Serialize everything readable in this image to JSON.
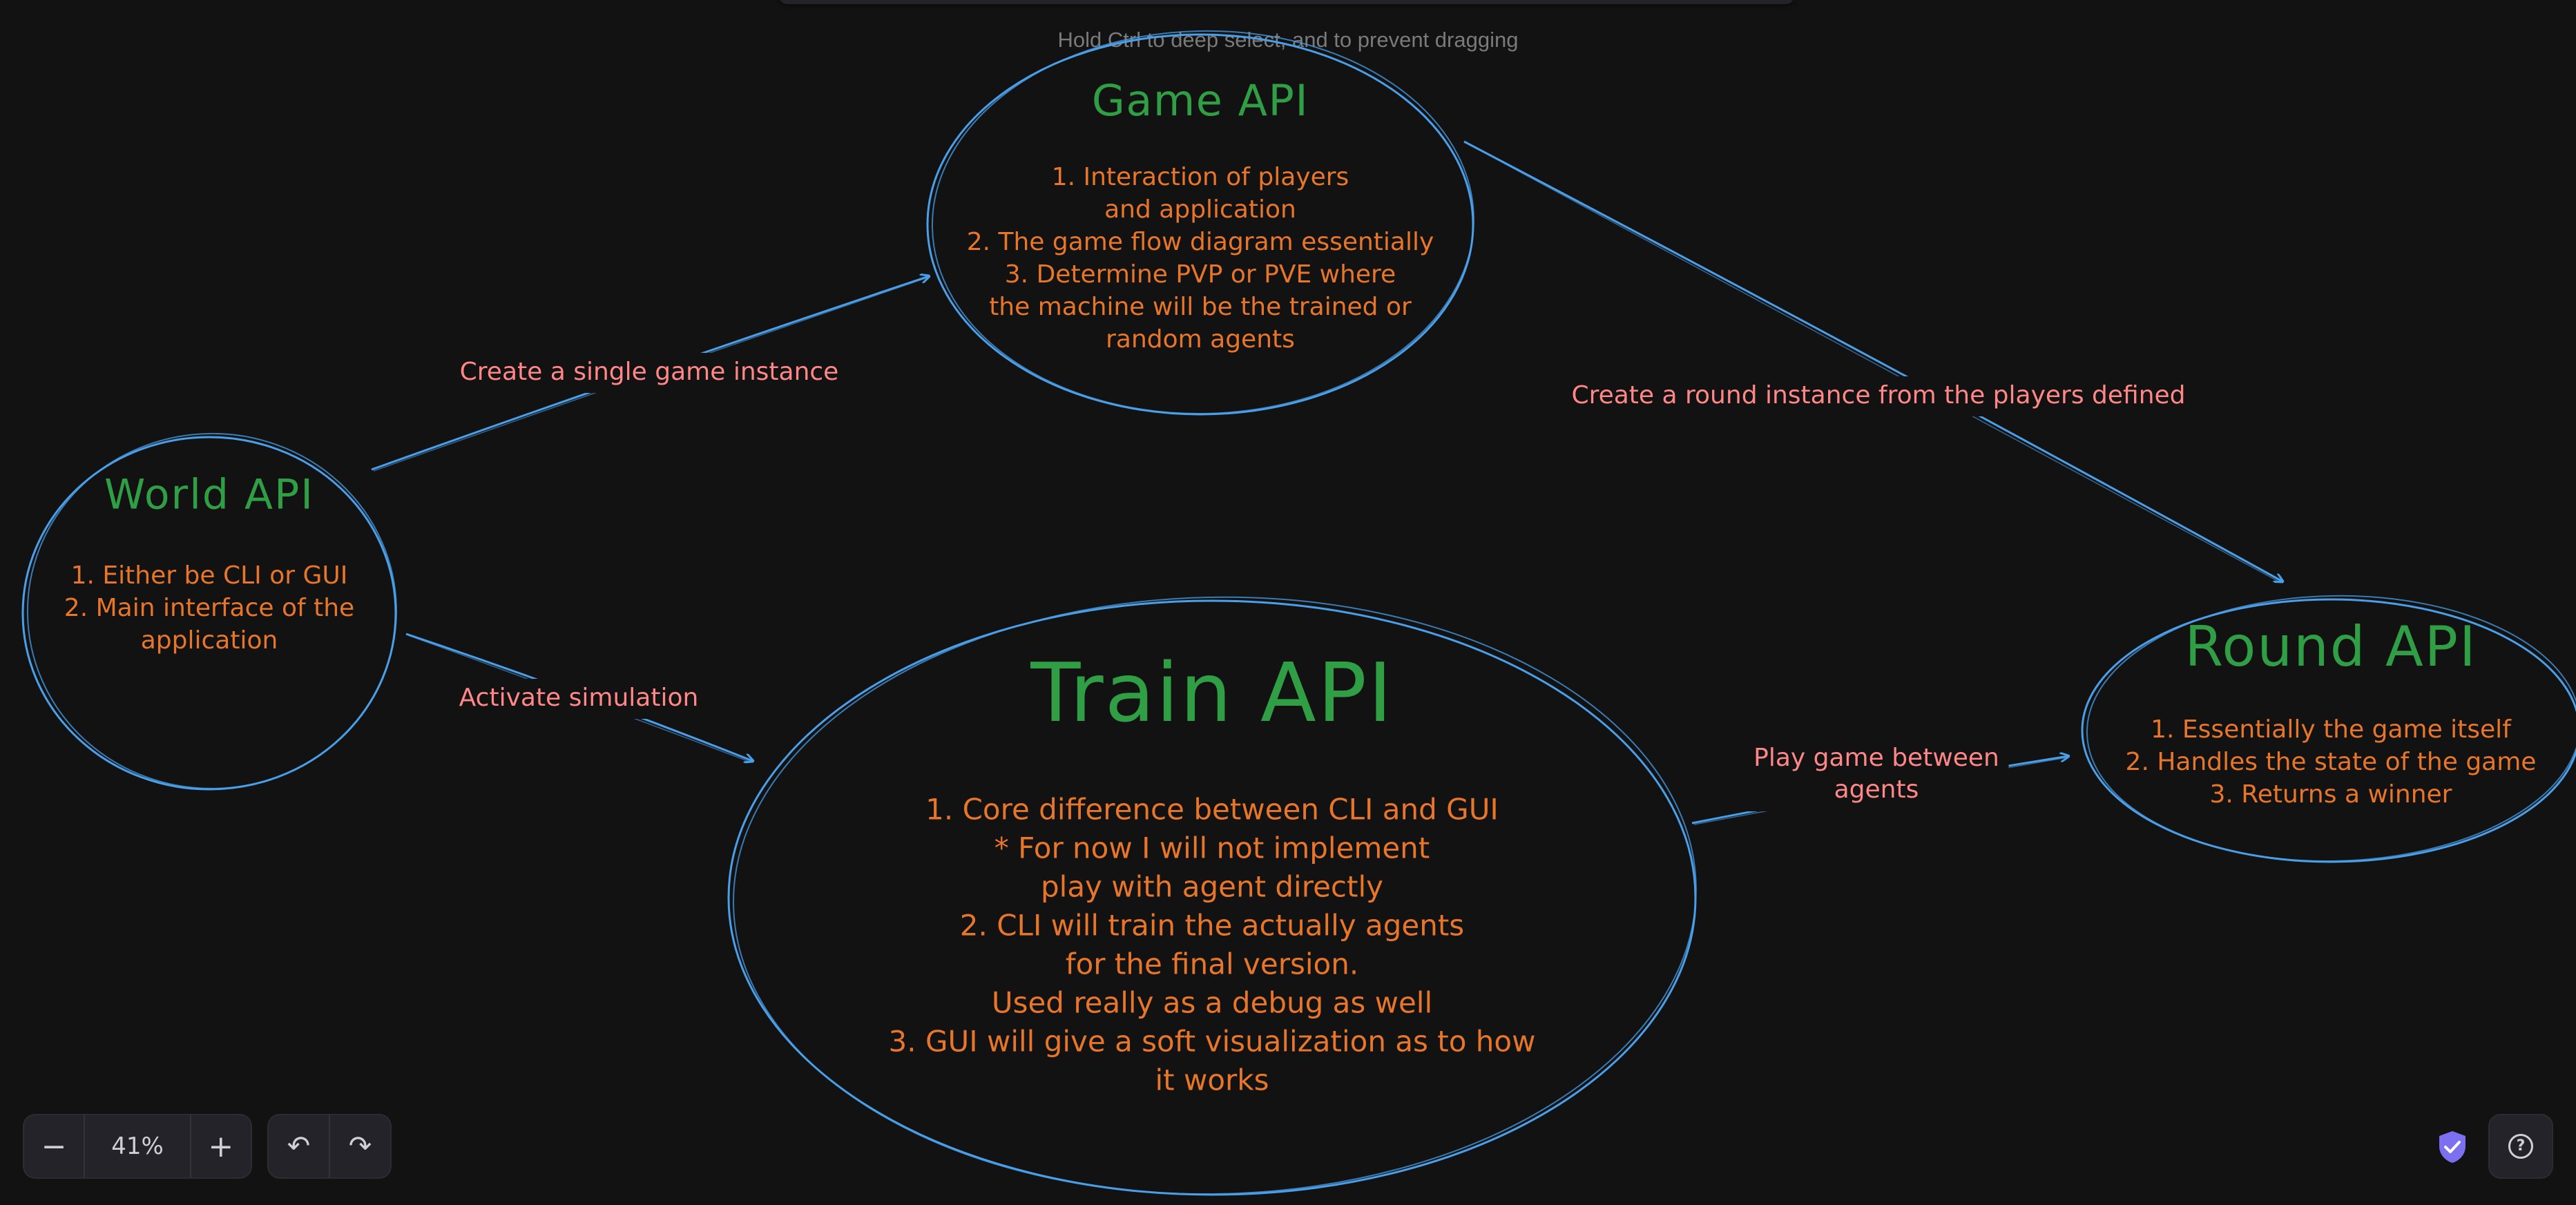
{
  "hint_text": "Hold Ctrl to deep select, and to prevent dragging",
  "colors": {
    "background": "#121212",
    "stroke": "#4a9fe8",
    "title": "#2f9e44",
    "body": "#e8762a",
    "label": "#ff8787"
  },
  "nodes": [
    {
      "id": "world",
      "title": "World API",
      "lines": [
        "1. Either be CLI or GUI",
        "2. Main interface of the",
        "application"
      ]
    },
    {
      "id": "game",
      "title": "Game API",
      "lines": [
        "1. Interaction of players",
        "and application",
        "2. The game flow diagram essentially",
        "3. Determine PVP or PVE where",
        "the machine will be the trained or",
        "random agents"
      ]
    },
    {
      "id": "train",
      "title": "Train API",
      "lines": [
        "1. Core difference between CLI and GUI",
        "* For now I will not implement",
        "play with agent directly",
        "2. CLI will train the actually agents",
        "for the final version.",
        "Used really as a debug as well",
        "3. GUI will give a soft visualization as to how",
        "it works"
      ]
    },
    {
      "id": "round",
      "title": "Round API",
      "lines": [
        "1. Essentially the game itself",
        "2. Handles the state of the game",
        "3. Returns a winner"
      ]
    }
  ],
  "edges": [
    {
      "id": "world-game",
      "from": "world",
      "to": "game",
      "label": [
        "Create a single game instance"
      ]
    },
    {
      "id": "world-train",
      "from": "world",
      "to": "train",
      "label": [
        "Activate simulation"
      ]
    },
    {
      "id": "game-round",
      "from": "game",
      "to": "round",
      "label": [
        "Create a round instance from the players defined"
      ]
    },
    {
      "id": "train-round",
      "from": "train",
      "to": "round",
      "label": [
        "Play game between",
        "agents"
      ]
    }
  ],
  "toolbar": {
    "zoom_minus": "−",
    "zoom_value": "41%",
    "zoom_plus": "+",
    "undo": "↶",
    "redo": "↷",
    "help": "?"
  },
  "icons": {
    "shield": "shield-check-icon",
    "help": "question-circle-icon"
  }
}
